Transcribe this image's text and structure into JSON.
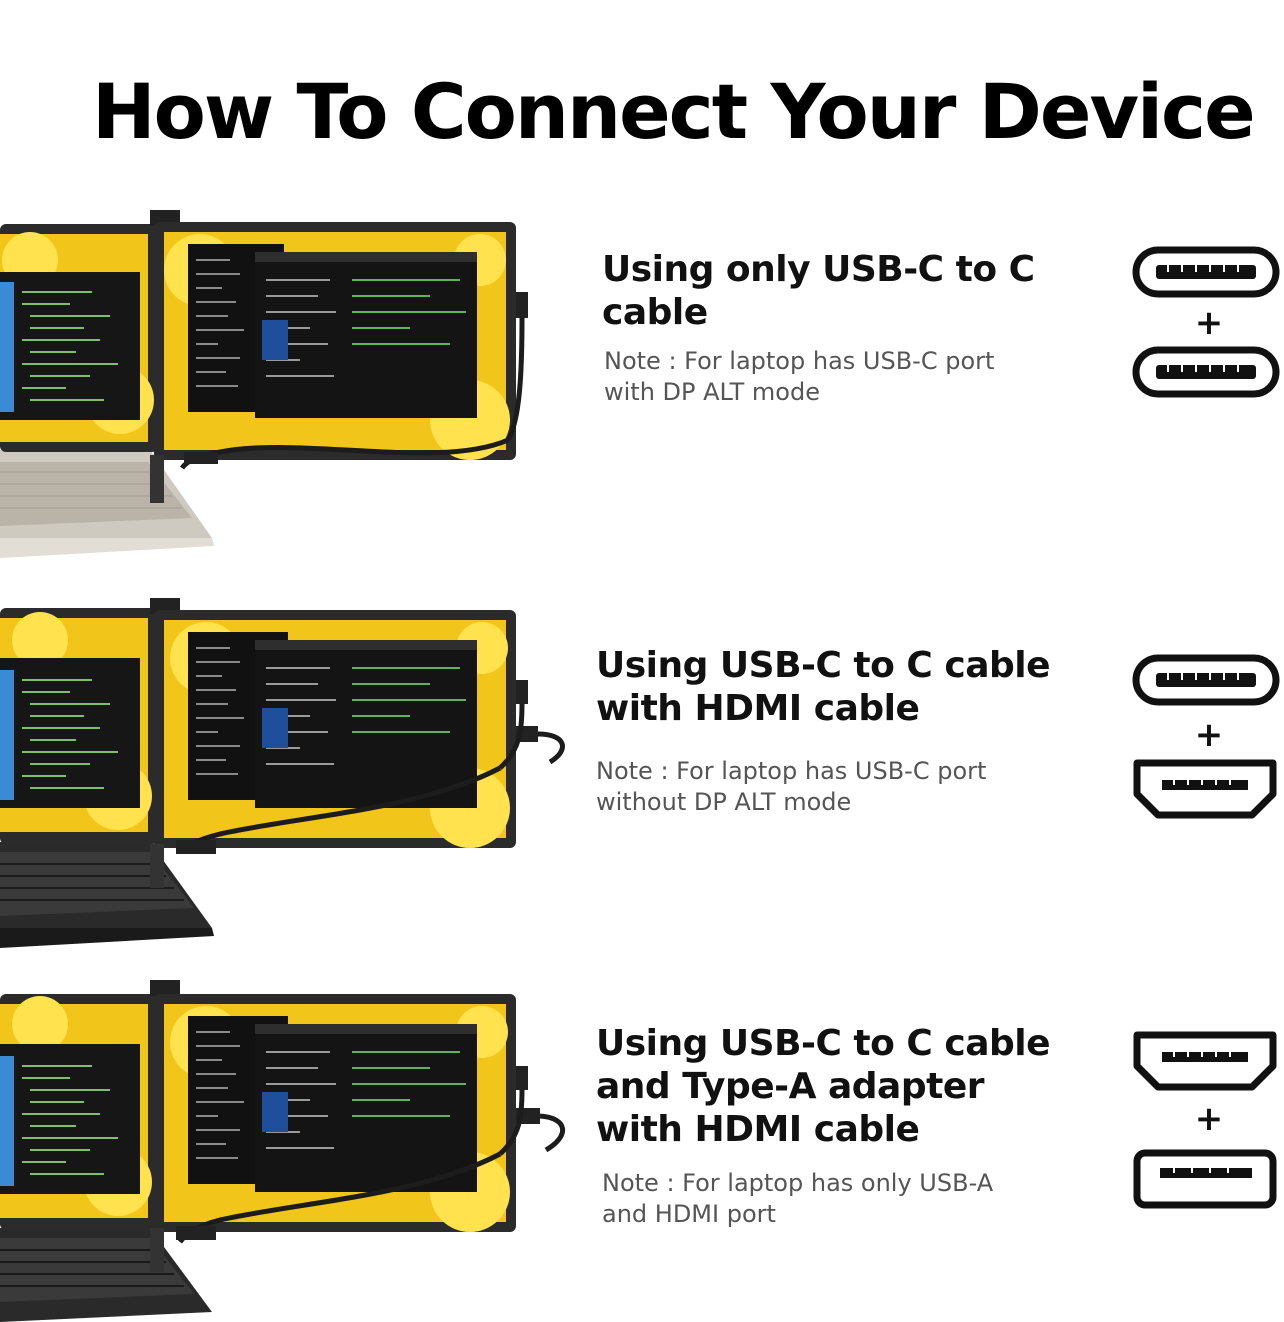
{
  "title": "How To Connect Your Device",
  "colors": {
    "screen_yellow": "#f2c51a",
    "petal_light": "#ffe24d",
    "bezel": "#2b2b2b",
    "terminal": "#111111",
    "laptop_silver": "#cfcac0",
    "laptop_dark": "#2a2a2a"
  },
  "sections": [
    {
      "heading": "Using only USB-C to C\ncable",
      "note": "Note : For laptop has USB-C port\nwith DP ALT mode",
      "port_icons": [
        "usb-c-port-icon",
        "usb-c-port-icon"
      ],
      "laptop_finish": "silver"
    },
    {
      "heading": "Using USB-C to C cable\nwith HDMI cable",
      "note": "Note : For laptop has USB-C port\nwithout DP ALT mode",
      "port_icons": [
        "usb-c-port-icon",
        "hdmi-port-icon"
      ],
      "laptop_finish": "dark"
    },
    {
      "heading": "Using USB-C to C cable\nand Type-A adapter\nwith HDMI cable",
      "note": "Note : For laptop has only USB-A\nand HDMI port",
      "port_icons": [
        "hdmi-port-icon",
        "usb-a-port-icon"
      ],
      "laptop_finish": "dark"
    }
  ],
  "plus_sign": "+"
}
